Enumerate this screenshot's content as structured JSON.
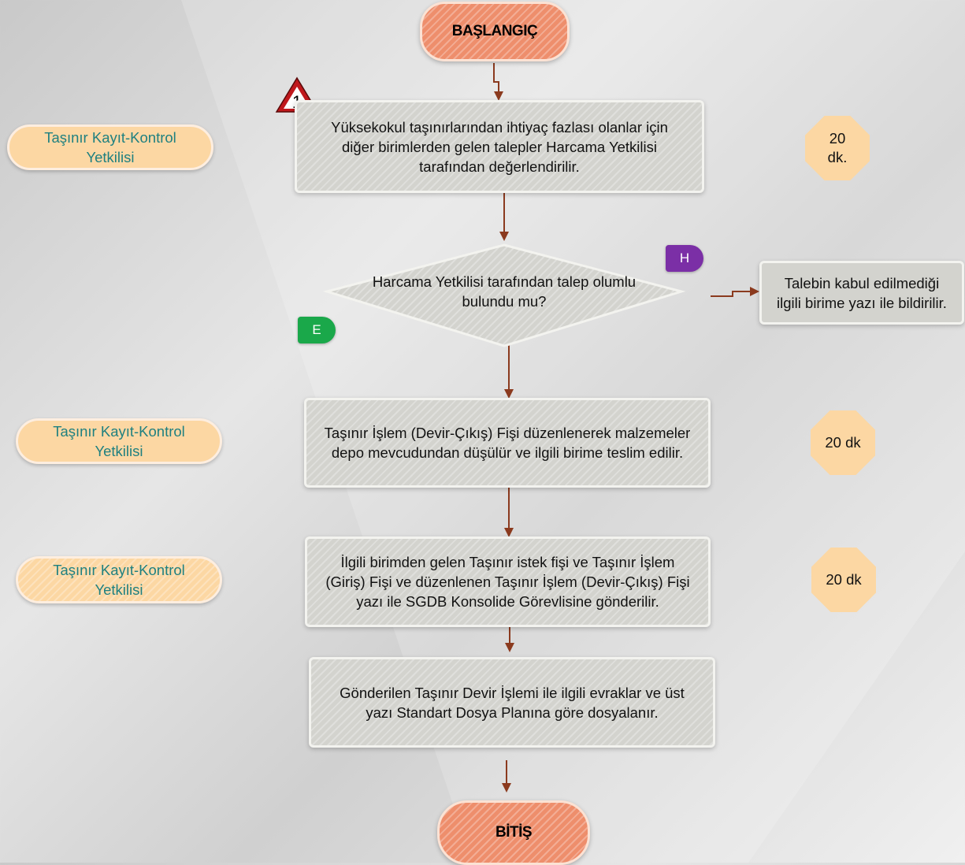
{
  "start": {
    "label": "BAŞLANGIÇ"
  },
  "end": {
    "label": "BİTİŞ"
  },
  "warning": {
    "icon": "warning-triangle-icon",
    "number": "1"
  },
  "steps": [
    {
      "lines": [
        "Yüksekokul taşınırlarından ihtiyaç fazlası olanlar için",
        "diğer birimlerden gelen talepler Harcama Yetkilisi",
        "tarafından değerlendirilir."
      ]
    },
    {
      "lines": [
        "Taşınır İşlem (Devir-Çıkış) Fişi düzenlenerek malzemeler",
        "depo mevcudundan düşülür ve ilgili birime teslim edilir."
      ]
    },
    {
      "lines": [
        "İlgili birimden gelen Taşınır istek fişi ve Taşınır İşlem",
        "(Giriş) Fişi ve düzenlenen Taşınır İşlem (Devir-Çıkış) Fişi",
        "yazı ile SGDB Konsolide Görevlisine gönderilir."
      ]
    },
    {
      "lines": [
        "Gönderilen Taşınır Devir İşlemi ile ilgili evraklar ve üst",
        "yazı Standart Dosya Planına göre dosyalanır."
      ]
    }
  ],
  "decision": {
    "lines": [
      "Harcama Yetkilisi tarafından talep olumlu",
      "bulundu mu?"
    ],
    "yes_label": "E",
    "no_label": "H",
    "no_result": {
      "lines": [
        "Talebin kabul edilmediği",
        "ilgili birime yazı ile bildirilir."
      ]
    }
  },
  "roles": [
    {
      "lines": [
        "Taşınır Kayıt-Kontrol",
        "Yetkilisi"
      ]
    },
    {
      "lines": [
        "Taşınır Kayıt-Kontrol",
        "Yetkilisi"
      ]
    },
    {
      "lines": [
        "Taşınır Kayıt-Kontrol",
        "Yetkilisi"
      ]
    }
  ],
  "times": [
    {
      "lines": [
        "20",
        "dk."
      ]
    },
    {
      "lines": [
        "20 dk"
      ]
    },
    {
      "lines": [
        "20 dk"
      ]
    }
  ],
  "colors": {
    "terminal": "#ee8e6c",
    "process": "#d3d3ce",
    "role_fill": "#fcd7a3",
    "role_text": "#1f8080",
    "arrow": "#8b3a1e",
    "yes_tag": "#1aa84a",
    "no_tag": "#7b2fa6",
    "warning": "#c0181c"
  }
}
